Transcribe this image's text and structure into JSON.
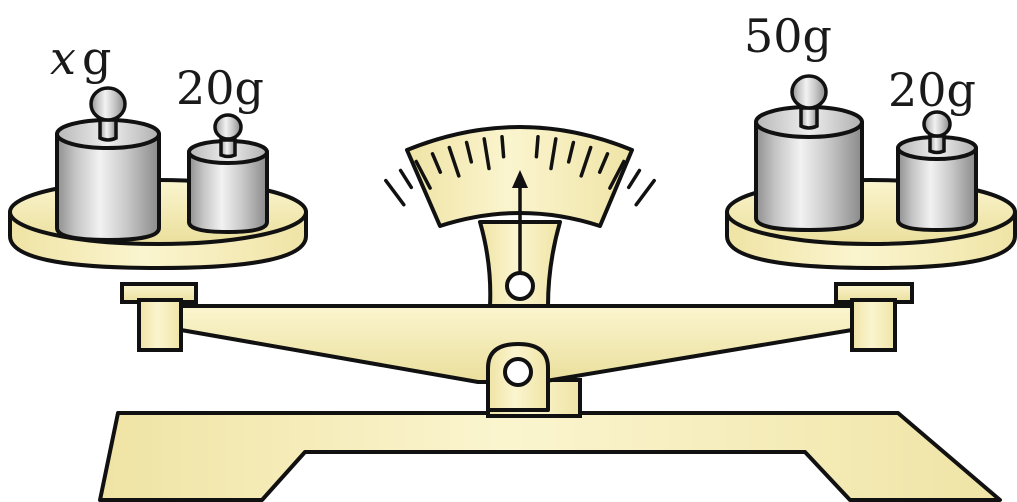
{
  "diagram": {
    "left_pan": {
      "weights": [
        {
          "variable": "x",
          "unit": "g"
        },
        {
          "label": "20g"
        }
      ]
    },
    "right_pan": {
      "weights": [
        {
          "label": "50g"
        },
        {
          "label": "20g"
        }
      ]
    }
  },
  "colors": {
    "brass": "#f8f0bc",
    "brass_shade": "#e9dd98",
    "outline": "#111111",
    "weight_light": "#eeeeee",
    "weight_dark": "#9c9c9c"
  }
}
